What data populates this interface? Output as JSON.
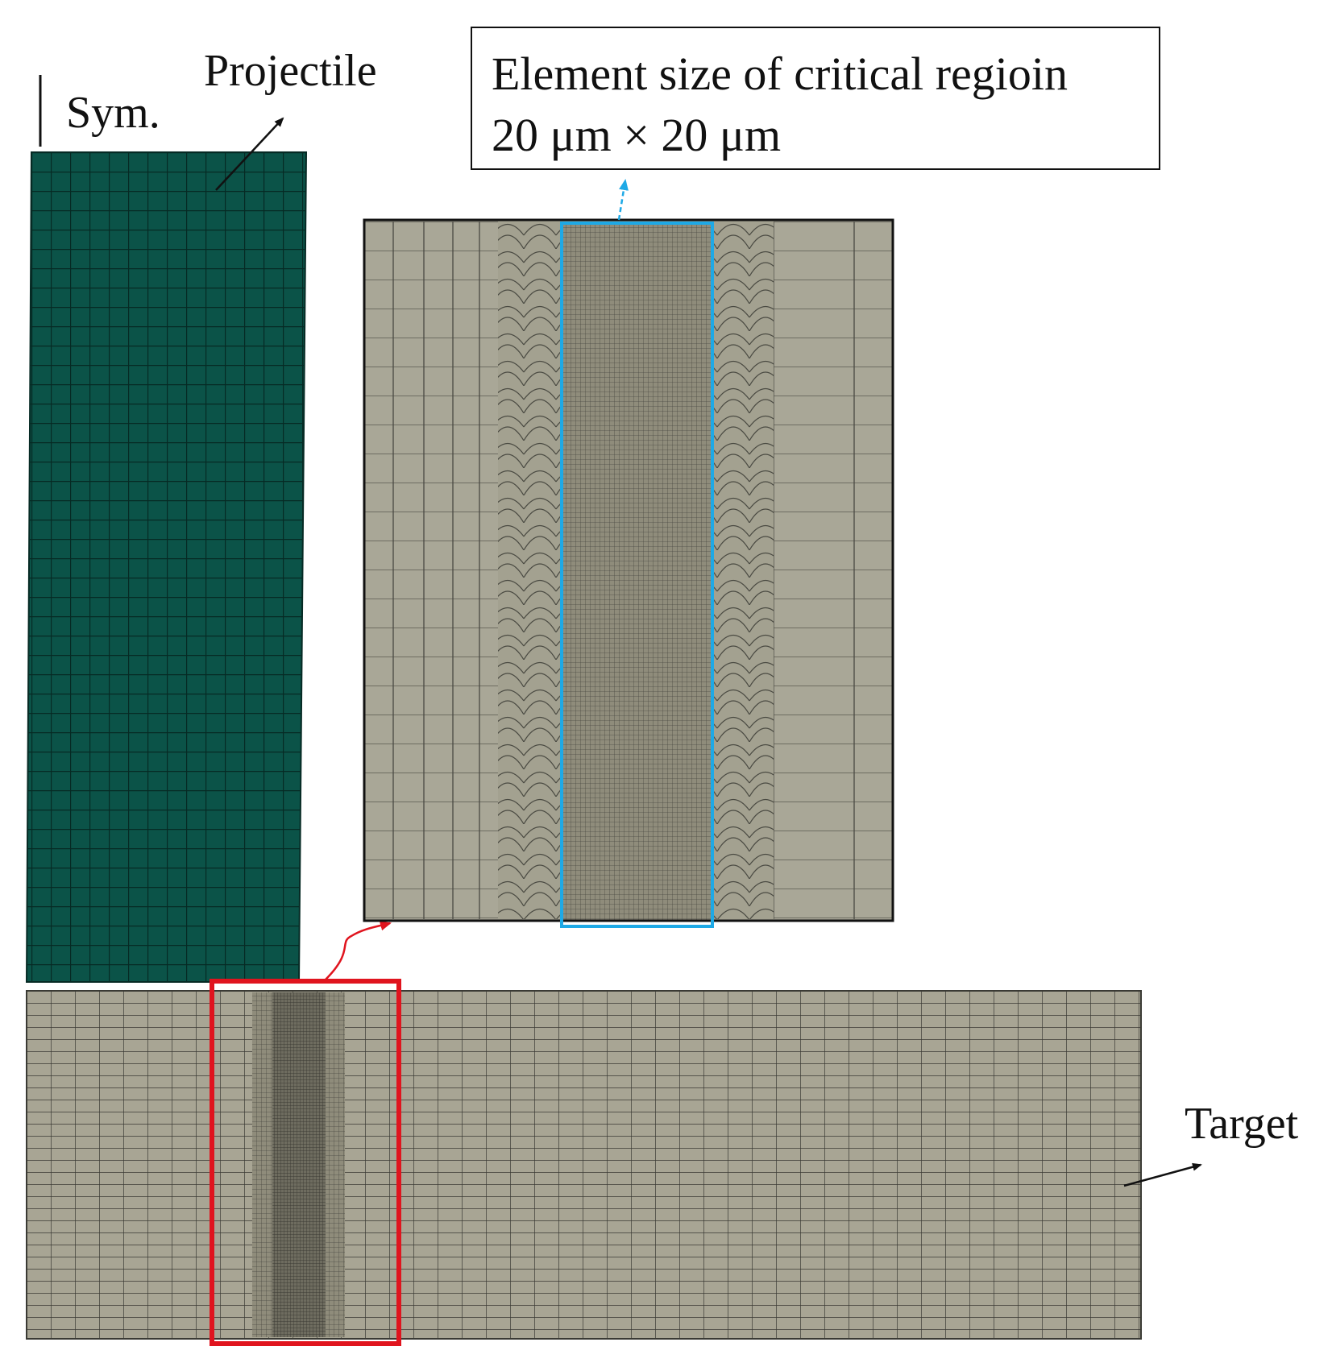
{
  "labels": {
    "symmetry": "Sym.",
    "projectile": "Projectile",
    "target": "Target"
  },
  "callout": {
    "line1": "Element  size of critical regioin",
    "line2": "20 μm × 20 μm"
  },
  "colors": {
    "projectile_fill": "#0b5348",
    "projectile_mesh": "#062a24",
    "target_fill": "#a8a594",
    "target_mesh": "#3a3a34",
    "detail_fill": "#a9a797",
    "fine_fill": "#8a8776",
    "highlight_red": "#e0141e",
    "highlight_blue": "#1ea9e6",
    "text": "#111111"
  },
  "icons": [
    "symmetry-axis-icon",
    "leader-arrow-icon",
    "zoom-arrow-icon"
  ]
}
